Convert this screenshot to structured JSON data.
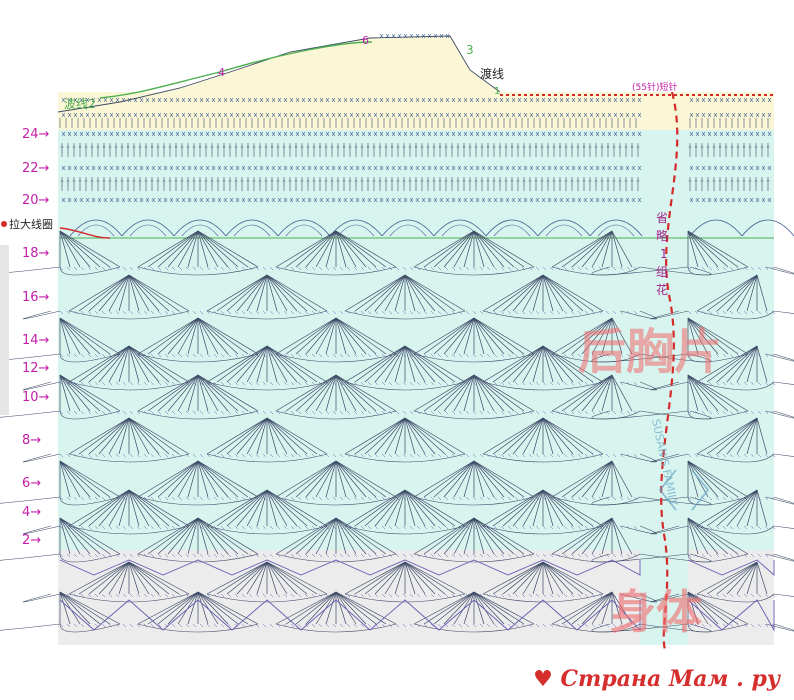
{
  "labels": {
    "wave_line_left": "波线2",
    "wave_line_right": "渡线",
    "pull_loop": "拉大线圈",
    "short_row": "(55针)短针",
    "omit_note": [
      "省",
      "略",
      "1",
      "组",
      "花"
    ],
    "markers": [
      "2",
      "3",
      "4",
      "6",
      "1"
    ]
  },
  "row_numbers": [
    "24",
    "22",
    "20",
    "18",
    "16",
    "14",
    "12",
    "10",
    "8",
    "6",
    "4",
    "2"
  ],
  "watermarks": {
    "back_piece": "后胸片",
    "body": "身体",
    "family": "SUSAN'S FAMILY"
  },
  "site": {
    "name": "Страна Мам",
    "suffix": ". ру"
  },
  "colors": {
    "yoke": "#fbf7d6",
    "body": "#d8f4ef",
    "hem": "#ececec",
    "stitch": "#3d4a66",
    "row_label": "#c21fa8",
    "dashed": "#d42a2a",
    "green": "#4caf50"
  }
}
